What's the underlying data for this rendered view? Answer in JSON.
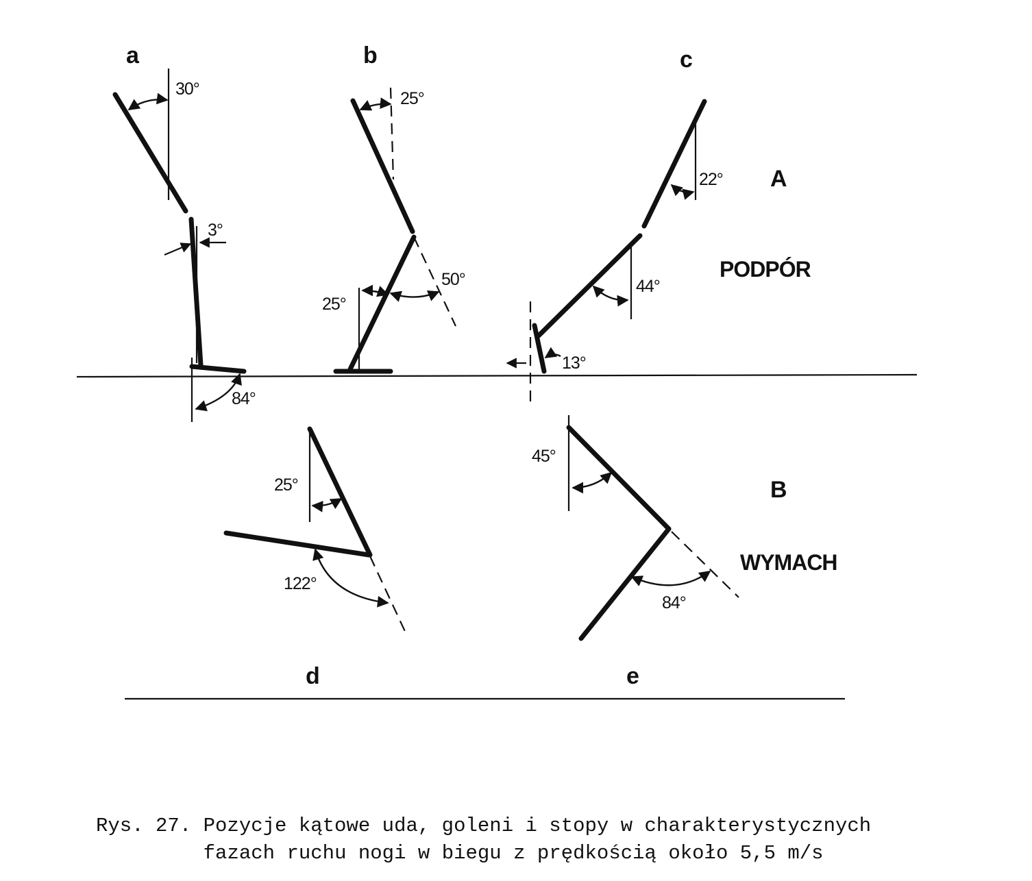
{
  "panels": {
    "a": "a",
    "b": "b",
    "c": "c",
    "d": "d",
    "e": "e"
  },
  "phases": {
    "support": {
      "letter": "A",
      "name": "PODPÓR"
    },
    "swing": {
      "letter": "B",
      "name": "WYMACH"
    }
  },
  "angles": {
    "a_thigh": "30°",
    "a_shank": "3°",
    "a_foot": "84°",
    "b_thigh": "25°",
    "b_shank": "25°",
    "b_knee": "50°",
    "c_thigh": "22°",
    "c_shank": "44°",
    "c_foot": "13°",
    "d_thigh": "25°",
    "d_knee": "122°",
    "e_thigh": "45°",
    "e_knee": "84°"
  },
  "caption": {
    "line1": "Rys. 27. Pozycje kątowe uda, goleni i stopy w charakterystycznych",
    "line2": "fazach ruchu nogi w biegu z prędkością około 5,5 m/s"
  }
}
